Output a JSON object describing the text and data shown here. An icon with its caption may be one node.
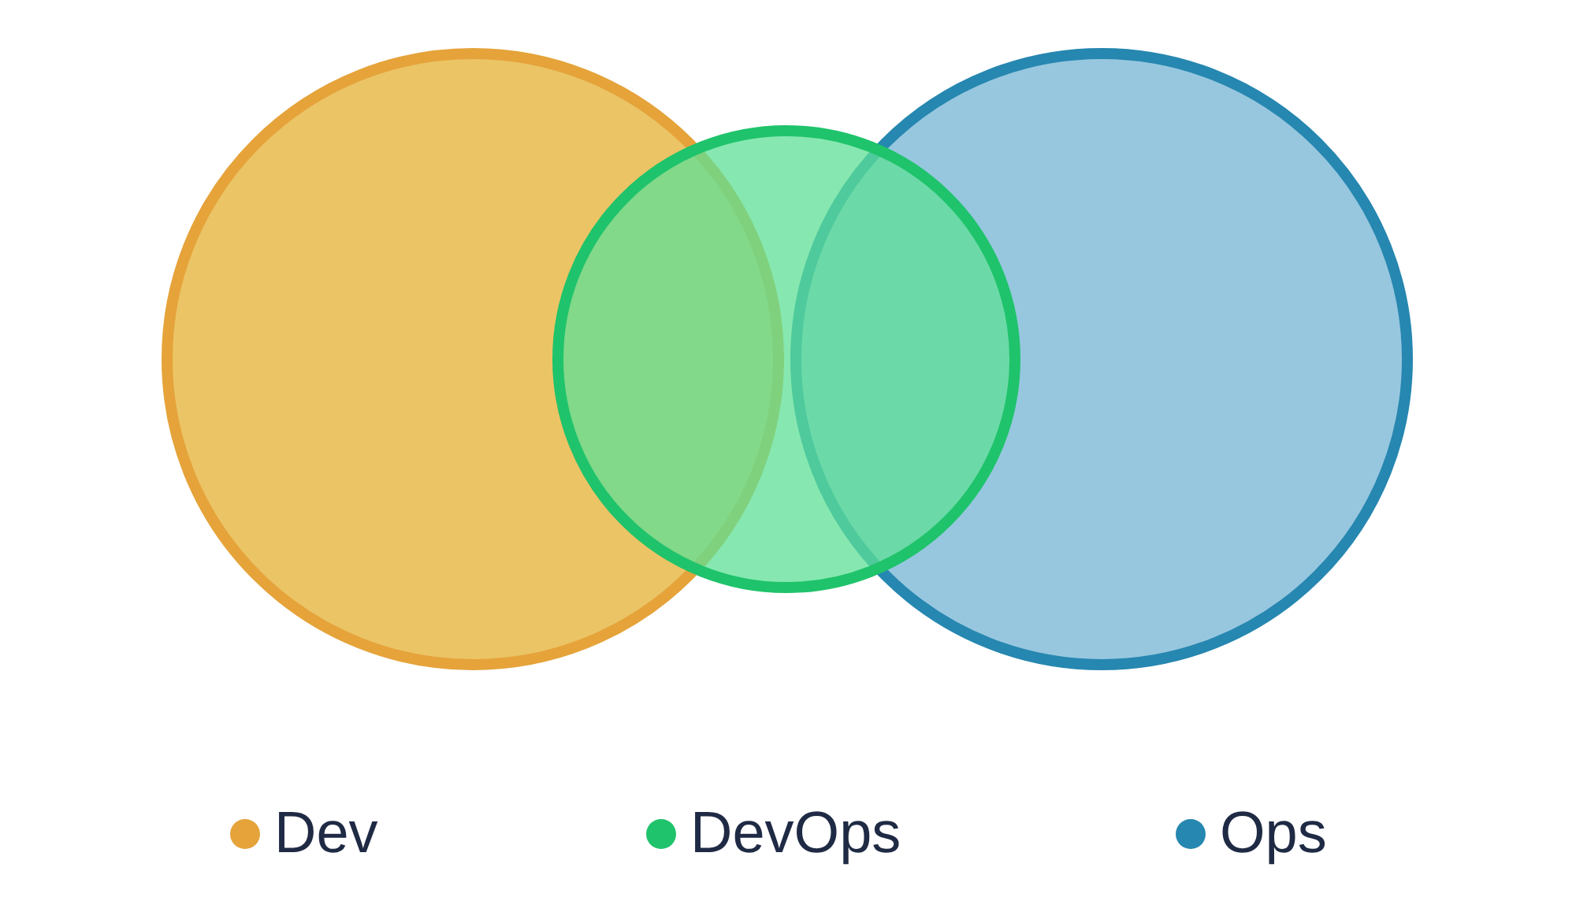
{
  "diagram": {
    "nodes": [
      {
        "text": [],
        "shape": "circle"
      },
      {
        "text": [],
        "shape": "circle"
      },
      {
        "text": [],
        "shape": "circle"
      }
    ],
    "legend": [
      {
        "text": "Dev",
        "color": "#e5a33a"
      },
      {
        "text": "DevOps",
        "color": "#1fc36b"
      },
      {
        "text": "Ops",
        "color": "#2687b0"
      }
    ]
  }
}
